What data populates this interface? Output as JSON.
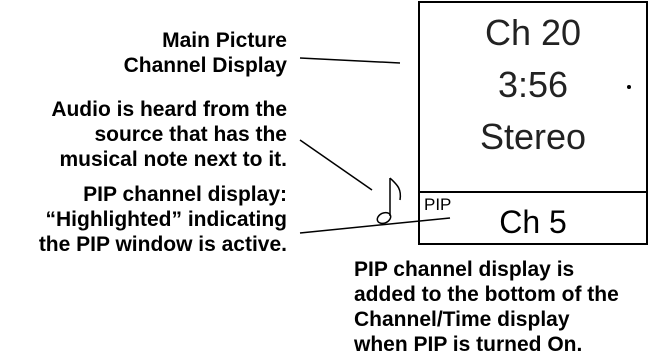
{
  "labels": {
    "main_line1": "Main Picture",
    "main_line2": "Channel Display",
    "audio_line1": "Audio is heard from the",
    "audio_line2": "source that has the",
    "audio_line3": "musical note next to it.",
    "pip_line1": "PIP channel display:",
    "pip_line2": "“Highlighted” indicating",
    "pip_line3": "the PIP window is active.",
    "note_line1": "PIP channel display is",
    "note_line2": "added to the bottom of the",
    "note_line3": "Channel/Time display",
    "note_line4": "when PIP is turned On."
  },
  "display": {
    "main_channel": "Ch 20",
    "time": "3:56",
    "audio_mode": "Stereo",
    "pip_label": "PIP",
    "pip_channel": "Ch 5"
  },
  "icons": {
    "music_note": "music-note-icon"
  }
}
